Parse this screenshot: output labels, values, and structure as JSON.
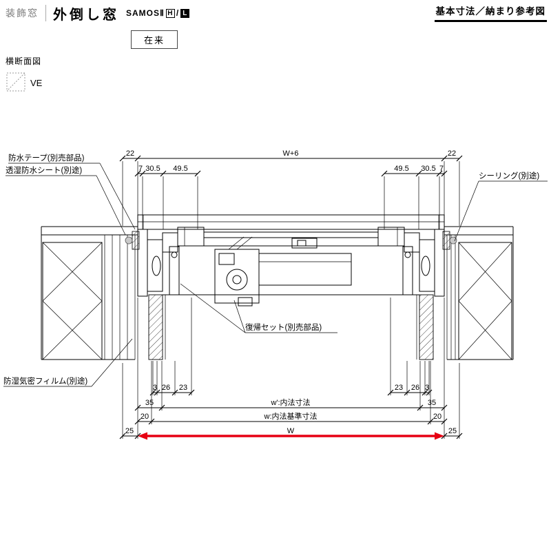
{
  "header": {
    "category": "装飾窓",
    "title": "外倒し窓",
    "series": "SAMOSⅡ",
    "badge_h": "H",
    "separator": "/",
    "badge_l": "L",
    "right_title": "基本寸法／納まり参考図"
  },
  "labels": {
    "construction": "在来",
    "view": "横断面図",
    "symbol": "VE"
  },
  "callouts": {
    "tape": "防水テープ(別売部品)",
    "sheet": "透湿防水シート(別途)",
    "sealing": "シーリング(別途)",
    "return_set": "復帰セット(別売部品)",
    "film": "防湿気密フィルム(別途)"
  },
  "dims": {
    "d22": "22",
    "w_plus6": "W+6",
    "d7": "7",
    "d30_5": "30.5",
    "d49_5": "49.5",
    "d3": "3",
    "d26": "26",
    "d23": "23",
    "d35": "35",
    "d20": "20",
    "d25": "25",
    "w_inner": "w':内法寸法",
    "w_base": "w:内法基準寸法",
    "w_total": "W"
  },
  "colors": {
    "accent": "#e60012"
  }
}
